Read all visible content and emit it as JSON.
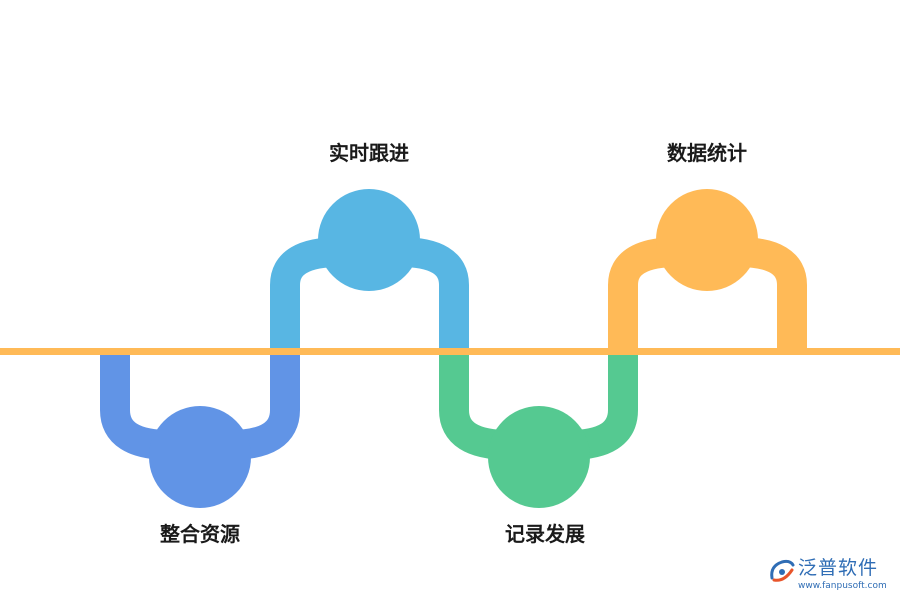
{
  "steps": [
    {
      "label": "整合资源",
      "color": "#6194e6"
    },
    {
      "label": "实时跟进",
      "color": "#58b6e3"
    },
    {
      "label": "记录发展",
      "color": "#55c991"
    },
    {
      "label": "数据统计",
      "color": "#ffba57"
    }
  ],
  "timeline": {
    "color": "#ffba57"
  },
  "watermark": {
    "name": "泛普软件",
    "url": "www.fanpusoft.com"
  }
}
